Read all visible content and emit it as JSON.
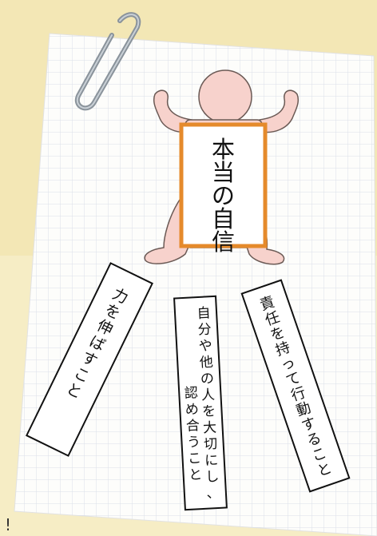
{
  "figure": {
    "center_label": "本当の自信",
    "cards": [
      {
        "id": "grow",
        "text": "力を伸ばすこと"
      },
      {
        "id": "respect",
        "line1": "自分や他の人を大切にし、",
        "line2": "認め合うこと"
      },
      {
        "id": "responsibility",
        "text": "責任を持って行動すること"
      }
    ],
    "corner_mark": "!"
  },
  "colors": {
    "paper": "#fdfdfb",
    "grid": "#d6dde6",
    "background": "#f6edc5",
    "figure_skin": "#f7d2cc",
    "figure_outline": "#6b5a55",
    "label_border": "#e58a2b",
    "card_border": "#111111",
    "paperclip": "#9aa3ab"
  },
  "icons": [
    "paperclip-icon",
    "figure-illustration-icon"
  ]
}
